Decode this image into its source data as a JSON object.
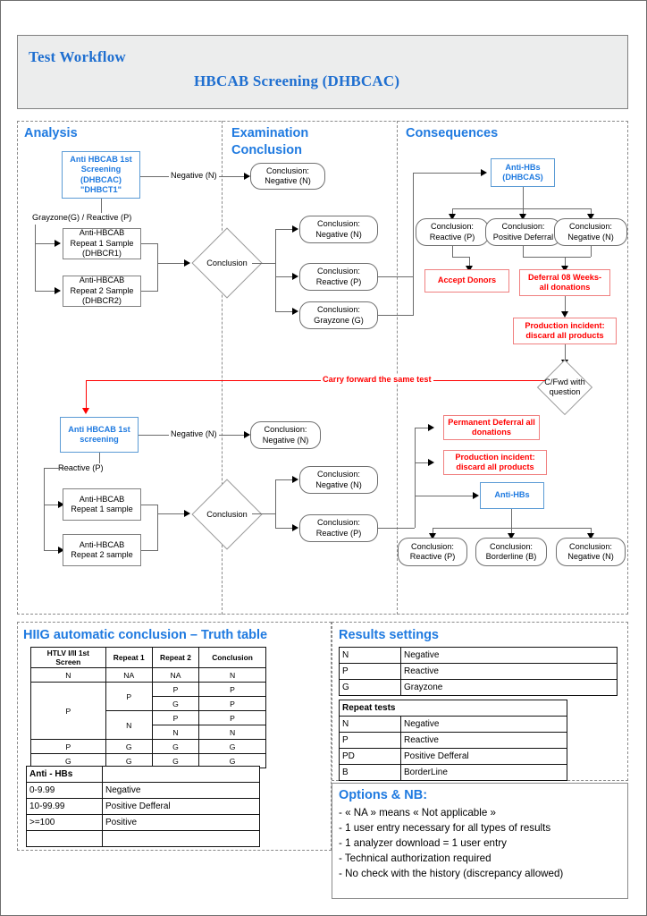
{
  "header": {
    "title": "Test Workflow",
    "subtitle": "HBCAB Screening (DHBCAC)"
  },
  "lanes": {
    "analysis": "Analysis",
    "examination": "Examination\nConclusion",
    "consequences": "Consequences"
  },
  "flow": {
    "top": {
      "first_screening": "Anti HBCAB 1st\nScreening\n(DHBCAC)\n\"DHBCT1\"",
      "edge_negative": "Negative (N)",
      "concl_negative_top": "Conclusion:\nNegative (N)",
      "edge_grayzone_reactive": "Grayzone(G) / Reactive (P)",
      "repeat1": "Anti-HBCAB\nRepeat 1 Sample\n(DHBCR1)",
      "repeat2": "Anti-HBCAB\nRepeat 2 Sample\n(DHBCR2)",
      "decision": "Conclusion",
      "concl_negative": "Conclusion:\nNegative (N)",
      "concl_reactive": "Conclusion:\nReactive (P)",
      "concl_grayzone": "Conclusion:\nGrayzone (G)",
      "antihbs": "Anti-HBs\n(DHBCAS)",
      "cons_reactive": "Conclusion:\nReactive (P)",
      "cons_positive_deferral": "Conclusion:\nPositive Deferral",
      "cons_negative": "Conclusion:\nNegative (N)",
      "accept_donors": "Accept Donors",
      "deferral_8w": "Deferral 08 Weeks-\nall donations",
      "production_incident": "Production incident:\ndiscard all products"
    },
    "carry_forward": {
      "label": "Carry forward the same test",
      "decision": "C/Fwd with\nquestion"
    },
    "bottom": {
      "first_screening": "Anti HBCAB 1st\nscreening",
      "edge_negative": "Negative (N)",
      "concl_negative_top": "Conclusion:\nNegative (N)",
      "edge_reactive": "Reactive (P)",
      "repeat1": "Anti-HBCAB\nRepeat 1 sample",
      "repeat2": "Anti-HBCAB\nRepeat 2 sample",
      "decision": "Conclusion",
      "concl_negative": "Conclusion:\nNegative (N)",
      "concl_reactive": "Conclusion:\nReactive (P)",
      "permanent_deferral": "Permanent Deferral all\ndonations",
      "production_incident": "Production incident:\ndiscard all products",
      "antihbs": "Anti-HBs",
      "cons_reactive": "Conclusion:\nReactive (P)",
      "cons_borderline": "Conclusion:\nBorderline (B)",
      "cons_negative": "Conclusion:\nNegative (N)"
    }
  },
  "truth_table": {
    "title": "HIIG automatic conclusion – Truth table",
    "headers": [
      "HTLV I/II 1st Screen",
      "Repeat 1",
      "Repeat 2",
      "Conclusion"
    ],
    "rows": [
      [
        "N",
        "NA",
        "NA",
        "N"
      ],
      [
        "P",
        "P",
        "P",
        "P"
      ],
      [
        "",
        "",
        "G",
        "P"
      ],
      [
        "",
        "N",
        "P",
        "P"
      ],
      [
        "",
        "",
        "N",
        "N"
      ],
      [
        "P",
        "G",
        "G",
        "G"
      ],
      [
        "G",
        "G",
        "G",
        "G"
      ]
    ]
  },
  "antihbs_table": {
    "header": "Anti - HBs",
    "rows": [
      [
        "0-9.99",
        "Negative"
      ],
      [
        "10-99.99",
        "Positive Defferal"
      ],
      [
        ">=100",
        "Positive"
      ]
    ]
  },
  "results_settings": {
    "title": "Results settings",
    "primary": [
      [
        "N",
        "Negative"
      ],
      [
        "P",
        "Reactive"
      ],
      [
        "G",
        "Grayzone"
      ]
    ],
    "repeat_header": "Repeat tests",
    "repeat": [
      [
        "N",
        "Negative"
      ],
      [
        "P",
        "Reactive"
      ],
      [
        "PD",
        "Positive Defferal"
      ],
      [
        "B",
        "BorderLine"
      ]
    ]
  },
  "options": {
    "title": "Options & NB:",
    "items": [
      "- « NA » means « Not applicable »",
      "- 1 user entry necessary for all types of results",
      "- 1 analyzer download = 1 user entry",
      "- Technical authorization required",
      "- No check with the history (discrepancy allowed)"
    ]
  },
  "colors": {
    "accent_blue": "#1f7ae0",
    "alert_red": "#ff0000",
    "node_border": "#808080",
    "header_band": "#eceded"
  }
}
